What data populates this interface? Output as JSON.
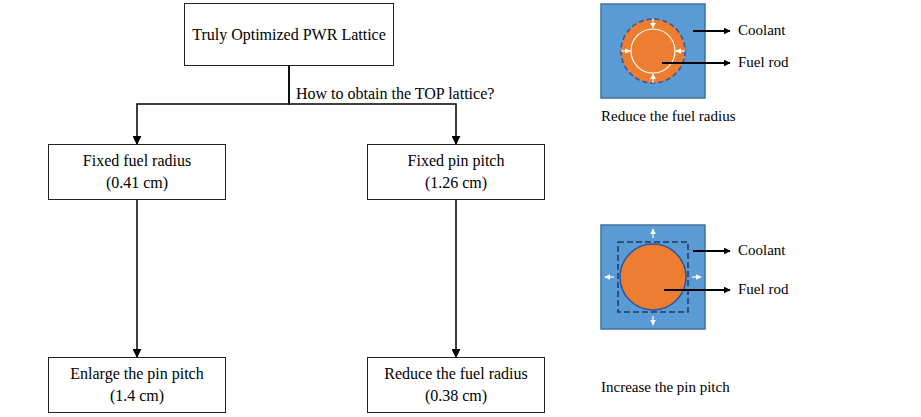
{
  "diagram": {
    "nodes": [
      {
        "text": [
          "Truly Optimized PWR Lattice"
        ]
      },
      {
        "text": [
          "Fixed fuel radius (0.41 cm)"
        ]
      },
      {
        "text": [
          "Fixed pin pitch (1.26 cm)"
        ]
      },
      {
        "text": [
          "Enlarge the pin pitch (1.4 cm)"
        ]
      },
      {
        "text": [
          "Reduce the fuel radius (0.38 cm)"
        ]
      }
    ],
    "edges": [
      {
        "from": 0,
        "to": 1,
        "arrow": "to"
      },
      {
        "from": 0,
        "to": 2,
        "arrow": "to"
      },
      {
        "from": 1,
        "to": 3,
        "arrow": "to"
      },
      {
        "from": 2,
        "to": 4,
        "arrow": "to"
      }
    ],
    "labels": [
      "How to obtain the TOP lattice?",
      "Coolant",
      "Fuel rod",
      "Reduce the fuel radius",
      "Coolant",
      "Fuel rod",
      "Increase the pin pitch"
    ]
  }
}
